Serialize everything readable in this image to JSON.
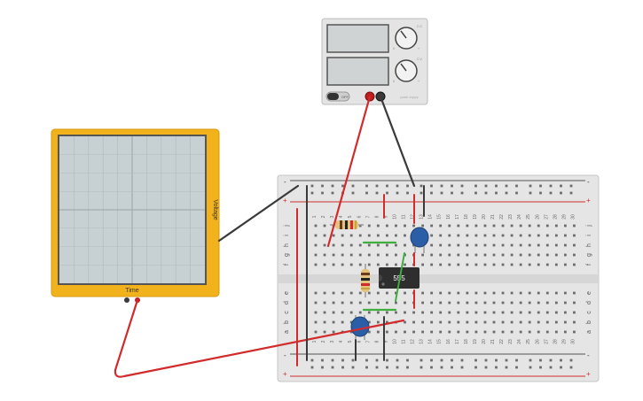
{
  "power_supply": {
    "off_label": "OFF",
    "knob1_labels": [
      "C.C",
      "0",
      "+"
    ],
    "knob2_labels": [
      "C.V",
      "0",
      "+"
    ],
    "brand_text": "power supply"
  },
  "oscilloscope": {
    "time_label": "Time",
    "voltage_label": "Voltage"
  },
  "breadboard": {
    "top_rail_labels": [
      "-",
      "+"
    ],
    "bottom_rail_labels": [
      "-",
      "+"
    ],
    "row_letters_top": [
      "j",
      "i",
      "h",
      "g",
      "f"
    ],
    "row_letters_bottom": [
      "e",
      "d",
      "c",
      "b",
      "a"
    ],
    "columns": [
      "1",
      "2",
      "3",
      "4",
      "5",
      "6",
      "7",
      "8",
      "9",
      "10",
      "11",
      "12",
      "13",
      "14",
      "15",
      "16",
      "17",
      "18",
      "19",
      "20",
      "21",
      "22",
      "23",
      "24",
      "25",
      "26",
      "27",
      "28",
      "29",
      "30"
    ]
  },
  "ic": {
    "label": "555"
  },
  "colors": {
    "wire_red": "#d12b2b",
    "wire_black": "#3a3a3a",
    "wire_green": "#3fae3f",
    "scope_frame": "#f2b21b",
    "capacitor_blue": "#2a5fa8"
  }
}
